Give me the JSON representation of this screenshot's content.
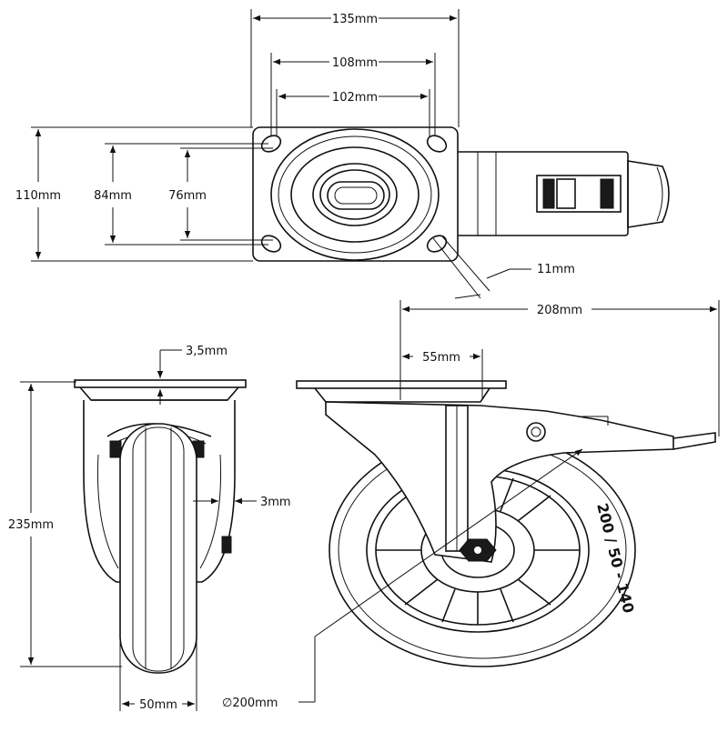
{
  "dimensions": {
    "plate_width": "135mm",
    "outer_hole_spacing": "108mm",
    "inner_hole_spacing": "102mm",
    "plate_length": "110mm",
    "hole_spacing_long": "84mm",
    "hole_spacing_short": "76mm",
    "slot_width": "11mm",
    "plate_thickness": "3,5mm",
    "total_height": "235mm",
    "fork_gap": "3mm",
    "wheel_width": "50mm",
    "offset": "55mm",
    "total_length": "208mm",
    "wheel_diameter": "∅200mm"
  },
  "tire_marking": "200 / 50 - 140"
}
